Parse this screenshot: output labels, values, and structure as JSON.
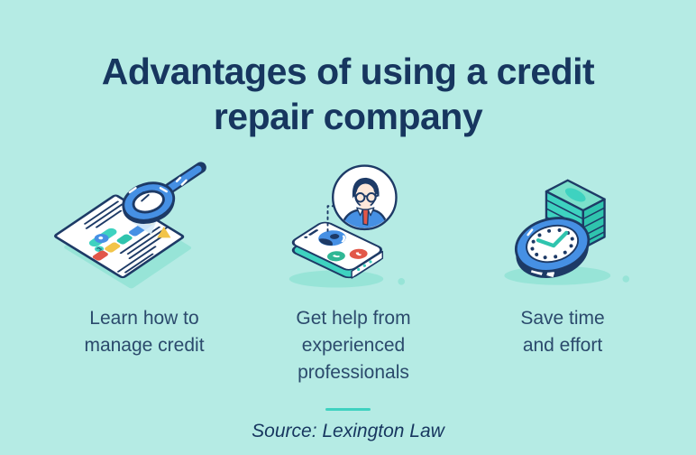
{
  "colors": {
    "bg": "#b5ebe4",
    "title": "#17365f",
    "caption": "#2b4a6c",
    "navy": "#1d3a66",
    "blue": "#4690e4",
    "teal": "#3ed2c0",
    "teal-dark": "#2fc4ae",
    "teal-light": "#7ce0cb",
    "shadow": "#97e4d7",
    "red": "#e25749",
    "yellow": "#f2c449",
    "green": "#30b795",
    "skin": "#ffe8da"
  },
  "title": {
    "text": "Advantages of using a credit repair company",
    "lines": [
      "Advantages of using a credit",
      "repair company"
    ]
  },
  "items": [
    {
      "icon": "credit-report-magnifier-icon",
      "caption": "Learn how to manage credit",
      "lines": [
        "Learn how to",
        "manage credit"
      ]
    },
    {
      "icon": "phone-support-agent-icon",
      "caption": "Get help from experienced professionals",
      "lines": [
        "Get help from",
        "experienced",
        "professionals"
      ]
    },
    {
      "icon": "clock-money-stack-icon",
      "caption": "Save time and effort",
      "lines": [
        "Save time",
        "and effort"
      ]
    }
  ],
  "footer": {
    "source": "Source: Lexington Law"
  }
}
